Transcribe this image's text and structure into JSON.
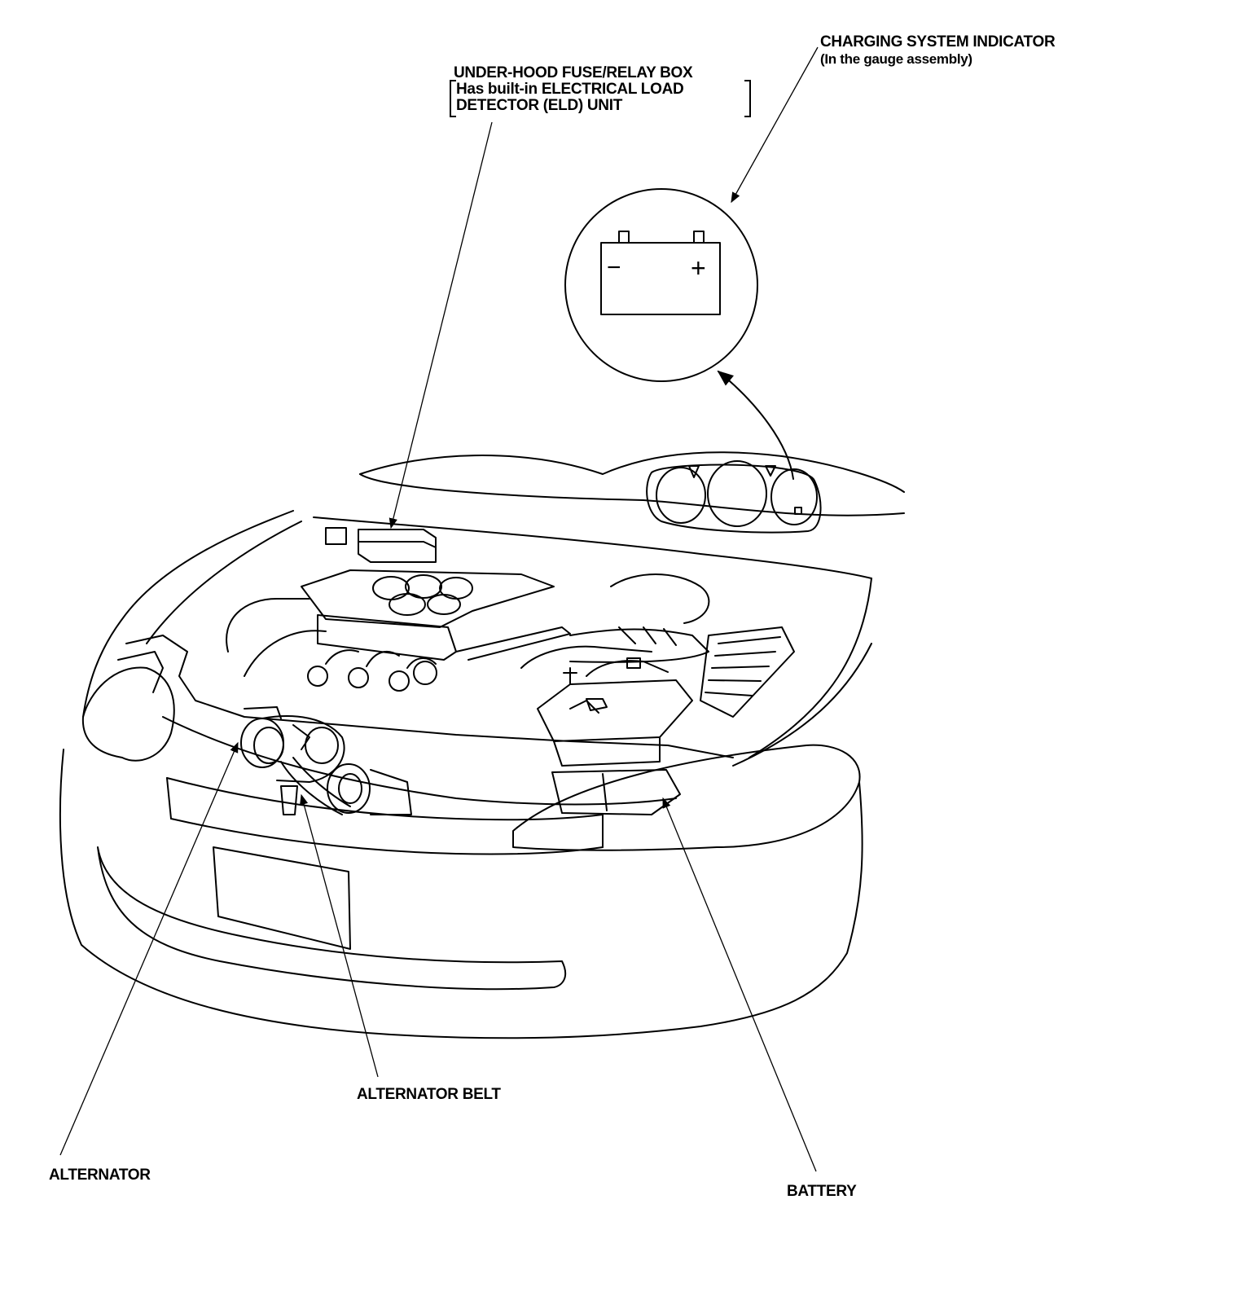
{
  "labels": {
    "fuse_box": {
      "title": "UNDER-HOOD FUSE/RELAY BOX",
      "note_line1": "Has built-in ELECTRICAL LOAD",
      "note_line2": "DETECTOR (ELD) UNIT"
    },
    "indicator": {
      "title": "CHARGING SYSTEM INDICATOR",
      "note": "(In the gauge assembly)"
    },
    "alternator": "ALTERNATOR",
    "alternator_belt": "ALTERNATOR BELT",
    "battery": "BATTERY"
  },
  "indicator_symbol": {
    "minus": "−",
    "plus": "+"
  },
  "colors": {
    "ink": "#000000",
    "paper": "#ffffff"
  }
}
